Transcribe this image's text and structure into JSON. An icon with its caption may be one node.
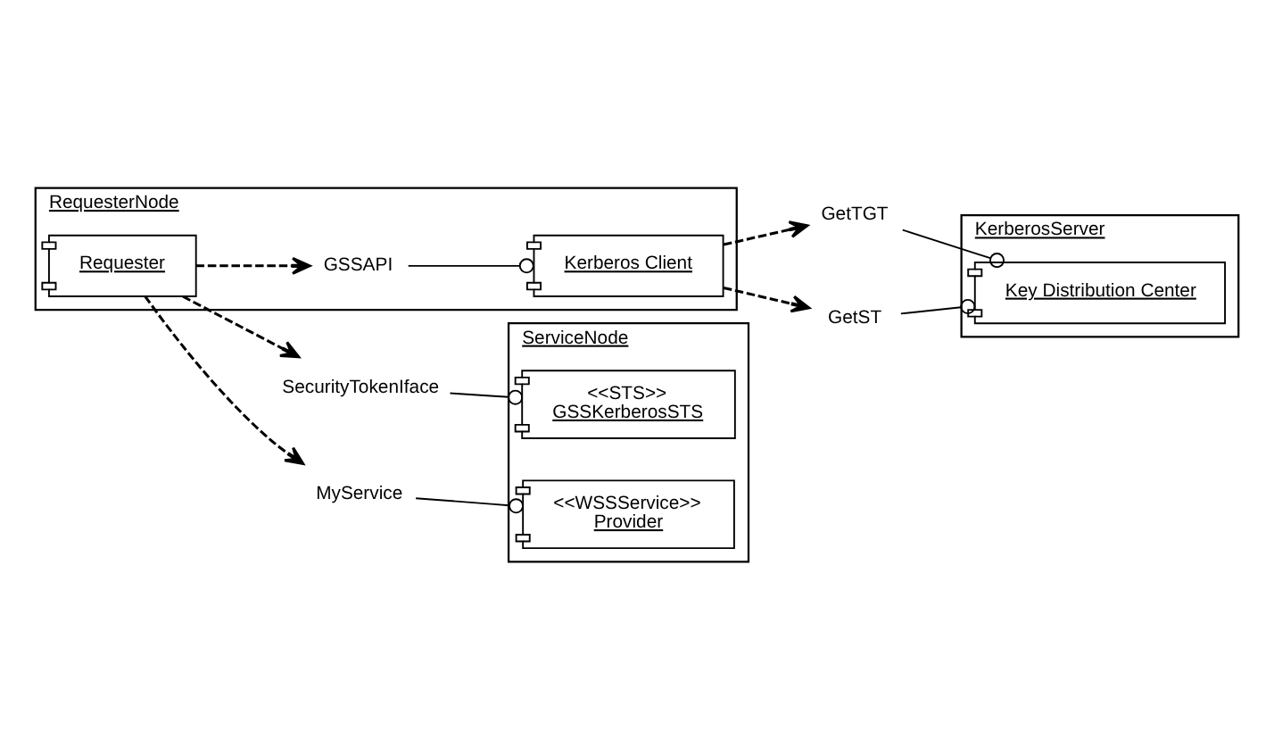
{
  "diagram": {
    "nodes": [
      {
        "text": [
          "RequesterNode"
        ]
      },
      {
        "text": [
          "Requester"
        ],
        "in": 0
      },
      {
        "text": [
          "GSSAPI"
        ],
        "in": 0
      },
      {
        "text": [
          "Kerberos Client"
        ],
        "in": 0
      },
      {
        "text": [
          "SecurityTokenIface"
        ]
      },
      {
        "text": [
          "MyService"
        ]
      },
      {
        "text": [
          "ServiceNode"
        ]
      },
      {
        "text": [
          "<<STS>>",
          "GSSKerberosSTS"
        ],
        "in": 6
      },
      {
        "text": [
          "<<WSSService>>",
          "Provider"
        ],
        "in": 6
      },
      {
        "text": [
          "GetTGT"
        ]
      },
      {
        "text": [
          "GetST"
        ]
      },
      {
        "text": [
          "KerberosServer"
        ]
      },
      {
        "text": [
          "Key Distribution Center"
        ],
        "in": 11
      }
    ],
    "edges": [
      {
        "from": 1,
        "to": 4,
        "arrow": "to",
        "style": "dashed"
      },
      {
        "from": 4,
        "to": 7,
        "arrow": "other"
      },
      {
        "from": 1,
        "to": 5,
        "arrow": "to",
        "style": "dashed"
      },
      {
        "from": 5,
        "to": 8,
        "arrow": "other"
      },
      {
        "from": 1,
        "to": 2,
        "arrow": "to",
        "style": "dashed"
      },
      {
        "from": 2,
        "to": 3,
        "arrow": "other"
      },
      {
        "from": 3,
        "to": 9,
        "arrow": "to",
        "style": "dashed"
      },
      {
        "from": 9,
        "to": 12,
        "arrow": "other"
      },
      {
        "from": 3,
        "to": 10,
        "arrow": "to",
        "style": "dashed"
      },
      {
        "from": 10,
        "to": 12,
        "arrow": "other"
      }
    ]
  }
}
